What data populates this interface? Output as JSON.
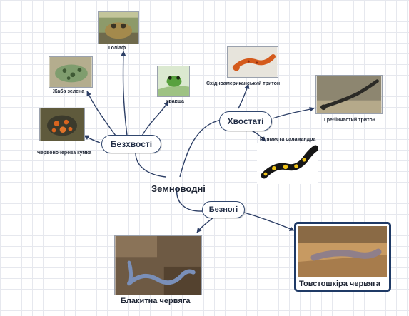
{
  "root": {
    "label": "Земноводні"
  },
  "groups": {
    "anura": {
      "label": "Безхвості"
    },
    "caudata": {
      "label": "Хвостаті"
    },
    "apoda": {
      "label": "Безногі"
    }
  },
  "species": {
    "goliath": {
      "caption": "Голіаф",
      "image": "goliath-frog-photo"
    },
    "green_toad": {
      "caption": "Жаба зелена",
      "image": "green-toad-photo"
    },
    "kvaksha": {
      "caption": "квакша",
      "image": "tree-frog-photo"
    },
    "fire_bellied": {
      "caption": "Червоночерева кумка",
      "image": "fire-bellied-toad-photo"
    },
    "eastern_newt": {
      "caption": "Східноамериканський тритон",
      "image": "eastern-newt-photo"
    },
    "crested_newt": {
      "caption": "Гребінчастий тритон",
      "image": "crested-newt-photo"
    },
    "fire_salamander": {
      "caption": "Плямиста саламандра",
      "image": "fire-salamander-photo"
    },
    "blue_caecilian": {
      "caption": "Блакитна червяга",
      "image": "blue-caecilian-photo"
    },
    "thick_caecilian": {
      "caption": "Товстошкіра червяга",
      "image": "thick-caecilian-photo"
    }
  },
  "colors": {
    "connector": "#2d3f66",
    "node_border": "#31476e",
    "frame": "#1f3a66"
  }
}
